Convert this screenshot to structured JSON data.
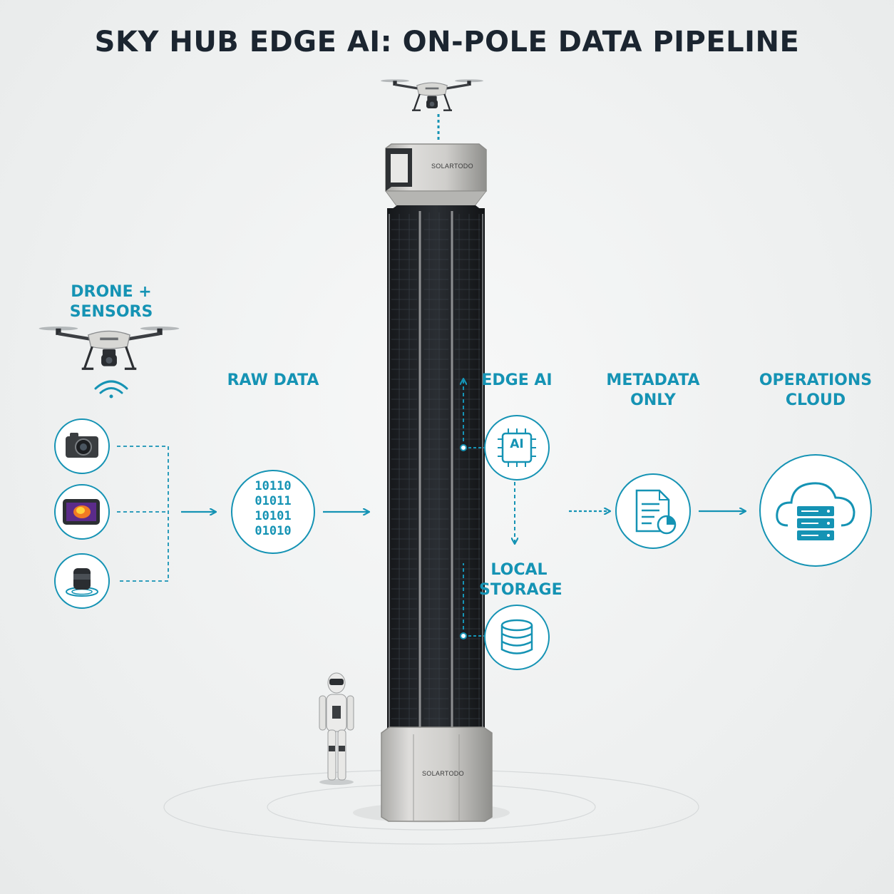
{
  "title": "SKY HUB EDGE AI: ON-POLE DATA PIPELINE",
  "labels": {
    "drone_sensors": "DRONE + SENSORS",
    "raw_data": "RAW DATA",
    "edge_ai": "EDGE AI",
    "metadata_line1": "METADATA",
    "metadata_line2": "ONLY",
    "operations_line1": "OPERATIONS",
    "operations_line2": "CLOUD",
    "local_line1": "LOCAL",
    "local_line2": "STORAGE"
  },
  "binary_rows": [
    "10110",
    "01011",
    "10101",
    "01010"
  ],
  "chip_label": "AI",
  "brand_top": "SOLARTODO",
  "brand_bottom": "SOLARTODO",
  "colors": {
    "accent": "#1593b4",
    "title": "#1b2530",
    "background": "#eef0f0",
    "panel": "#1e2125",
    "metal": "#c9c9c6"
  },
  "icons": [
    "drone-icon",
    "wifi-icon",
    "camera-icon",
    "thermal-camera-icon",
    "lidar-icon",
    "binary-data-icon",
    "ai-chip-icon",
    "database-icon",
    "document-icon",
    "cloud-server-icon",
    "robot-figure"
  ]
}
